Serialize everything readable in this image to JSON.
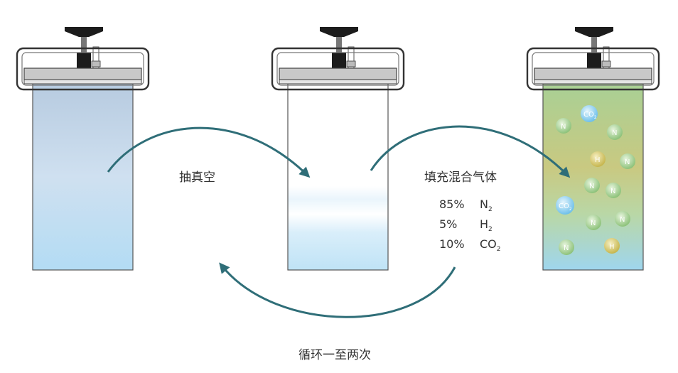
{
  "steps": {
    "evacuate": "抽真空",
    "fill": "填充混合气体",
    "repeat": "循环一至两次"
  },
  "gas_mixture": [
    {
      "percent": "85%",
      "base": "N",
      "sub": "2"
    },
    {
      "percent": "5%",
      "base": "H",
      "sub": "2"
    },
    {
      "percent": "10%",
      "base": "CO",
      "sub": "2"
    }
  ],
  "molecules": {
    "nitrogen": "N",
    "hydrogen": "H",
    "carbon_dioxide_base": "CO",
    "carbon_dioxide_sub": "2"
  },
  "colors": {
    "arrow": "#2f6e78",
    "handle": "#1c1c1c",
    "frame": "#555555",
    "lid": "#c8c8c8",
    "nitrogen": "#a3cf8f",
    "hydrogen": "#d7c96c",
    "carbon_dioxide": "#8fd0f0"
  },
  "icons": {
    "jar": "pressure-jar-icon",
    "handle": "knob-handle-icon",
    "molecule": "gas-molecule-icon"
  }
}
